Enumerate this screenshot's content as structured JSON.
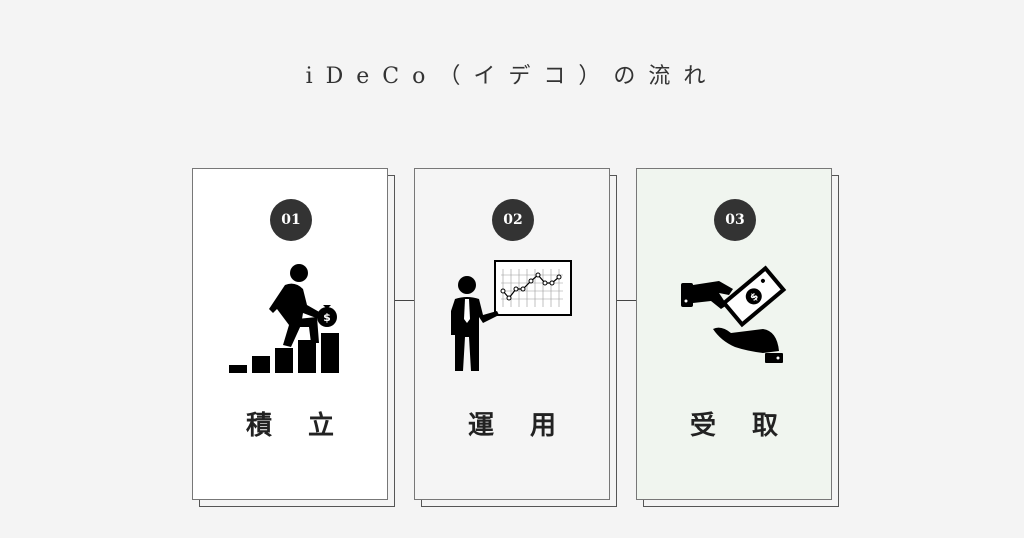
{
  "title": "iDeCo（イデコ）の流れ",
  "steps": [
    {
      "number": "01",
      "label": "積立",
      "icon": "person-climbing-stairs-money-bag-icon",
      "background": "#ffffff"
    },
    {
      "number": "02",
      "label": "運用",
      "icon": "presenter-chart-icon",
      "background": "#f5f5f5"
    },
    {
      "number": "03",
      "label": "受取",
      "icon": "hand-giving-money-icon",
      "background": "#f0f5ef"
    }
  ],
  "colors": {
    "page_bg": "#f4f4f4",
    "badge_bg": "#333333",
    "badge_text": "#ffffff",
    "line": "#444444"
  }
}
